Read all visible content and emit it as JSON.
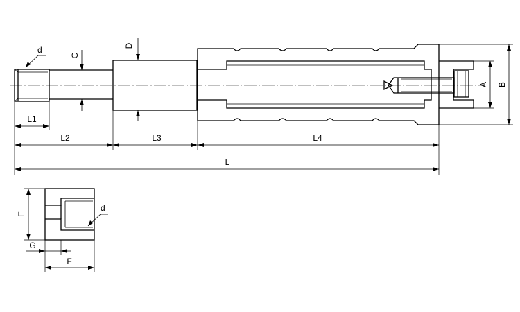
{
  "labels": {
    "d_main": "d",
    "C": "C",
    "D": "D",
    "A": "A",
    "B": "B",
    "L1": "L1",
    "L2": "L2",
    "L3": "L3",
    "L4": "L4",
    "L": "L",
    "E": "E",
    "d_nut": "d",
    "G": "G",
    "F": "F"
  }
}
